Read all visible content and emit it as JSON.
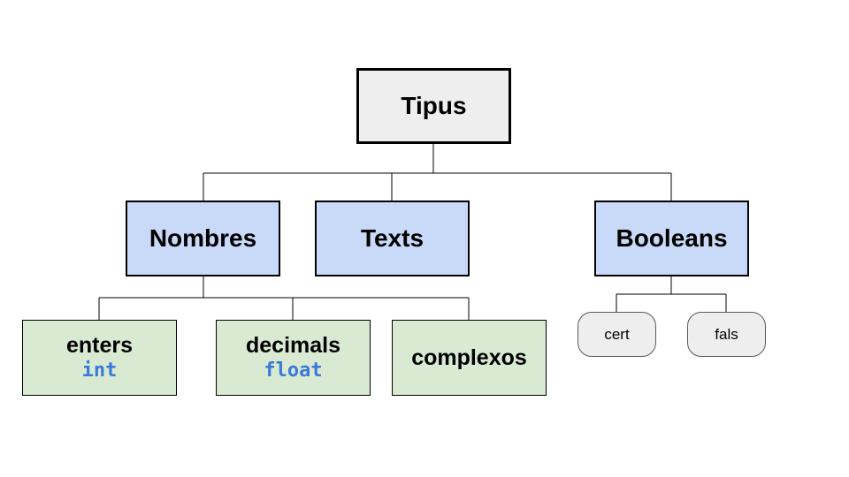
{
  "diagram": {
    "root": {
      "label": "Tipus"
    },
    "categories": [
      {
        "label": "Nombres",
        "children": [
          {
            "label": "enters",
            "code": "int"
          },
          {
            "label": "decimals",
            "code": "float"
          },
          {
            "label": "complexos"
          }
        ]
      },
      {
        "label": "Texts"
      },
      {
        "label": "Booleans",
        "values": [
          {
            "label": "cert"
          },
          {
            "label": "fals"
          }
        ]
      }
    ]
  },
  "colors": {
    "root_fill": "#eeeeee",
    "category_fill": "#c9daf8",
    "subtype_fill": "#d9ead3",
    "value_fill": "#eeeeee",
    "code_text": "#3c78d8",
    "line": "#000000"
  }
}
